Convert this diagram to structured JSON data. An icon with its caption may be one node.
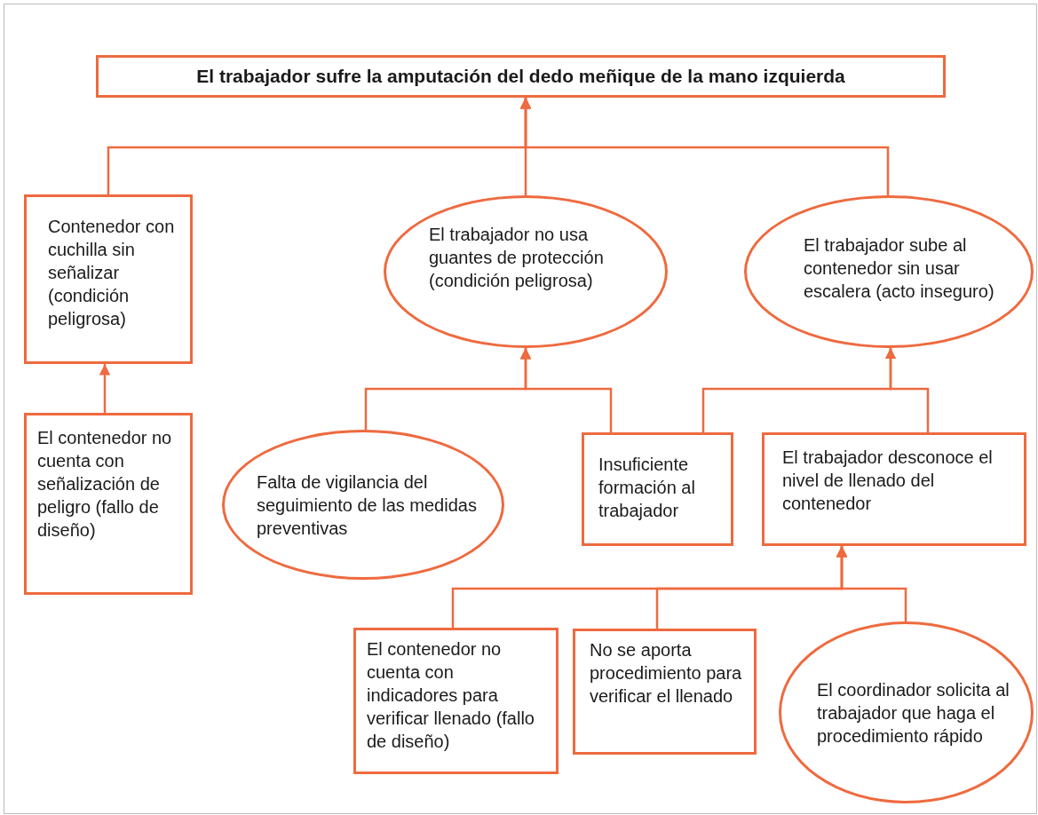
{
  "diagram": {
    "nodes": [
      {
        "text": [
          "El trabajador sufre la amputación del dedo meñique de la mano izquierda"
        ]
      },
      {
        "text": [
          "Contenedor con cuchilla sin señalizar (condición peligrosa)"
        ]
      },
      {
        "text": [
          "El trabajador no usa guantes de protección (condición peligrosa)"
        ]
      },
      {
        "text": [
          "El trabajador sube al contenedor sin usar escalera (acto inseguro)"
        ]
      },
      {
        "text": [
          "El contenedor no cuenta con señalización de peligro (fallo de diseño)"
        ]
      },
      {
        "text": [
          "Falta de vigilancia del seguimiento de las medidas preventivas"
        ]
      },
      {
        "text": [
          "Insuficiente formación al trabajador"
        ]
      },
      {
        "text": [
          "El trabajador desconoce el nivel de llenado del contenedor"
        ]
      },
      {
        "text": [
          "El contenedor no cuenta con indicadores para verificar llenado (fallo de diseño)"
        ]
      },
      {
        "text": [
          "No se aporta procedimiento para verificar el llenado"
        ]
      },
      {
        "text": [
          "El coordinador solicita al trabajador que haga el procedimiento rápido"
        ]
      }
    ],
    "edges": [
      {
        "from": 1,
        "to": 0,
        "arrow": "to"
      },
      {
        "from": 2,
        "to": 0,
        "arrow": "to"
      },
      {
        "from": 3,
        "to": 0,
        "arrow": "to"
      },
      {
        "from": 4,
        "to": 1,
        "arrow": "to"
      },
      {
        "from": 5,
        "to": 2,
        "arrow": "to"
      },
      {
        "from": 6,
        "to": 2,
        "arrow": "to"
      },
      {
        "from": 6,
        "to": 3,
        "arrow": "to"
      },
      {
        "from": 7,
        "to": 3,
        "arrow": "to"
      },
      {
        "from": 8,
        "to": 7,
        "arrow": "to"
      },
      {
        "from": 9,
        "to": 7,
        "arrow": "to"
      },
      {
        "from": 10,
        "to": 7,
        "arrow": "to"
      }
    ]
  }
}
